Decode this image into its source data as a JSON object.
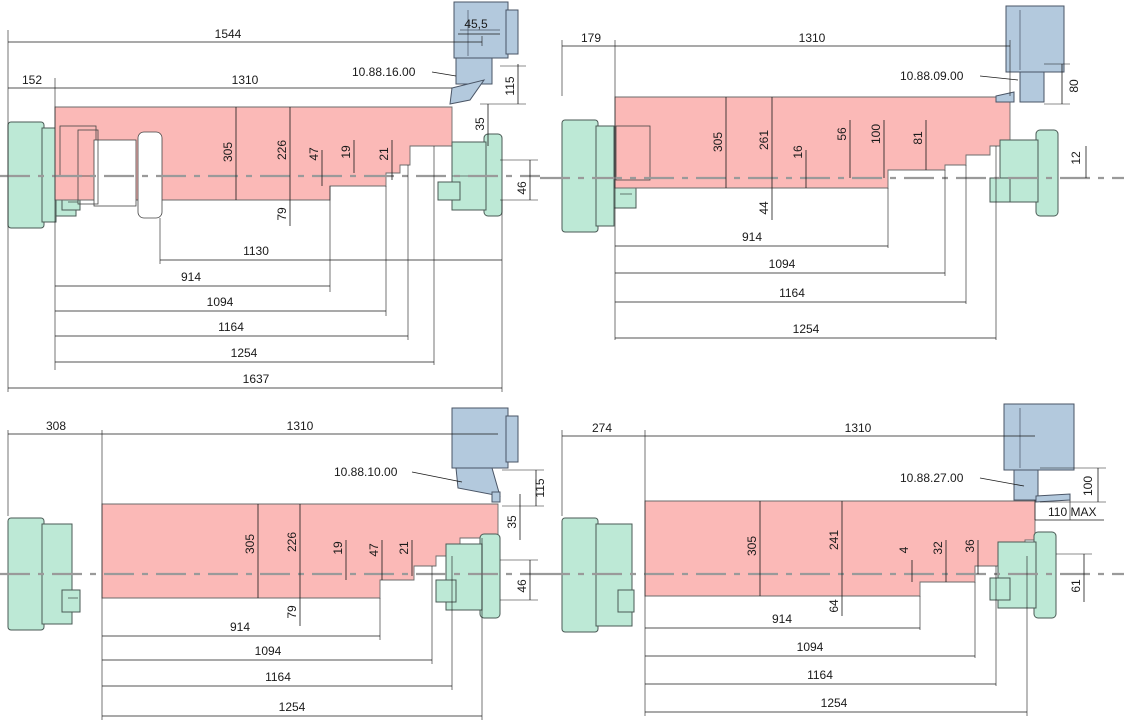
{
  "panels": [
    {
      "id": "top-left",
      "tool_label": "10.88.16.00",
      "horizontal_dims": [
        "1544",
        "45,5",
        "152",
        "1310",
        "1130",
        "914",
        "1094",
        "1164",
        "1254",
        "1637"
      ],
      "vertical_dims": [
        "305",
        "226",
        "47",
        "19",
        "21",
        "79",
        "35",
        "115",
        "46"
      ]
    },
    {
      "id": "top-right",
      "tool_label": "10.88.09.00",
      "horizontal_dims": [
        "179",
        "1310",
        "914",
        "1094",
        "1164",
        "1254"
      ],
      "vertical_dims": [
        "305",
        "261",
        "16",
        "56",
        "100",
        "81",
        "44",
        "80",
        "12"
      ]
    },
    {
      "id": "bottom-left",
      "tool_label": "10.88.10.00",
      "horizontal_dims": [
        "308",
        "1310",
        "914",
        "1094",
        "1164",
        "1254"
      ],
      "vertical_dims": [
        "305",
        "226",
        "19",
        "47",
        "21",
        "79",
        "115",
        "35",
        "46"
      ]
    },
    {
      "id": "bottom-right",
      "tool_label": "10.88.27.00",
      "horizontal_dims": [
        "274",
        "1310",
        "110 MAX",
        "914",
        "1094",
        "1164",
        "1254"
      ],
      "vertical_dims": [
        "305",
        "241",
        "4",
        "32",
        "36",
        "64",
        "100",
        "61"
      ]
    }
  ],
  "colors": {
    "workpiece": "#fbb9b7",
    "chuck": "#bde9d6",
    "turret": "#b3c9dd",
    "centerline": "#9a9a9a"
  }
}
